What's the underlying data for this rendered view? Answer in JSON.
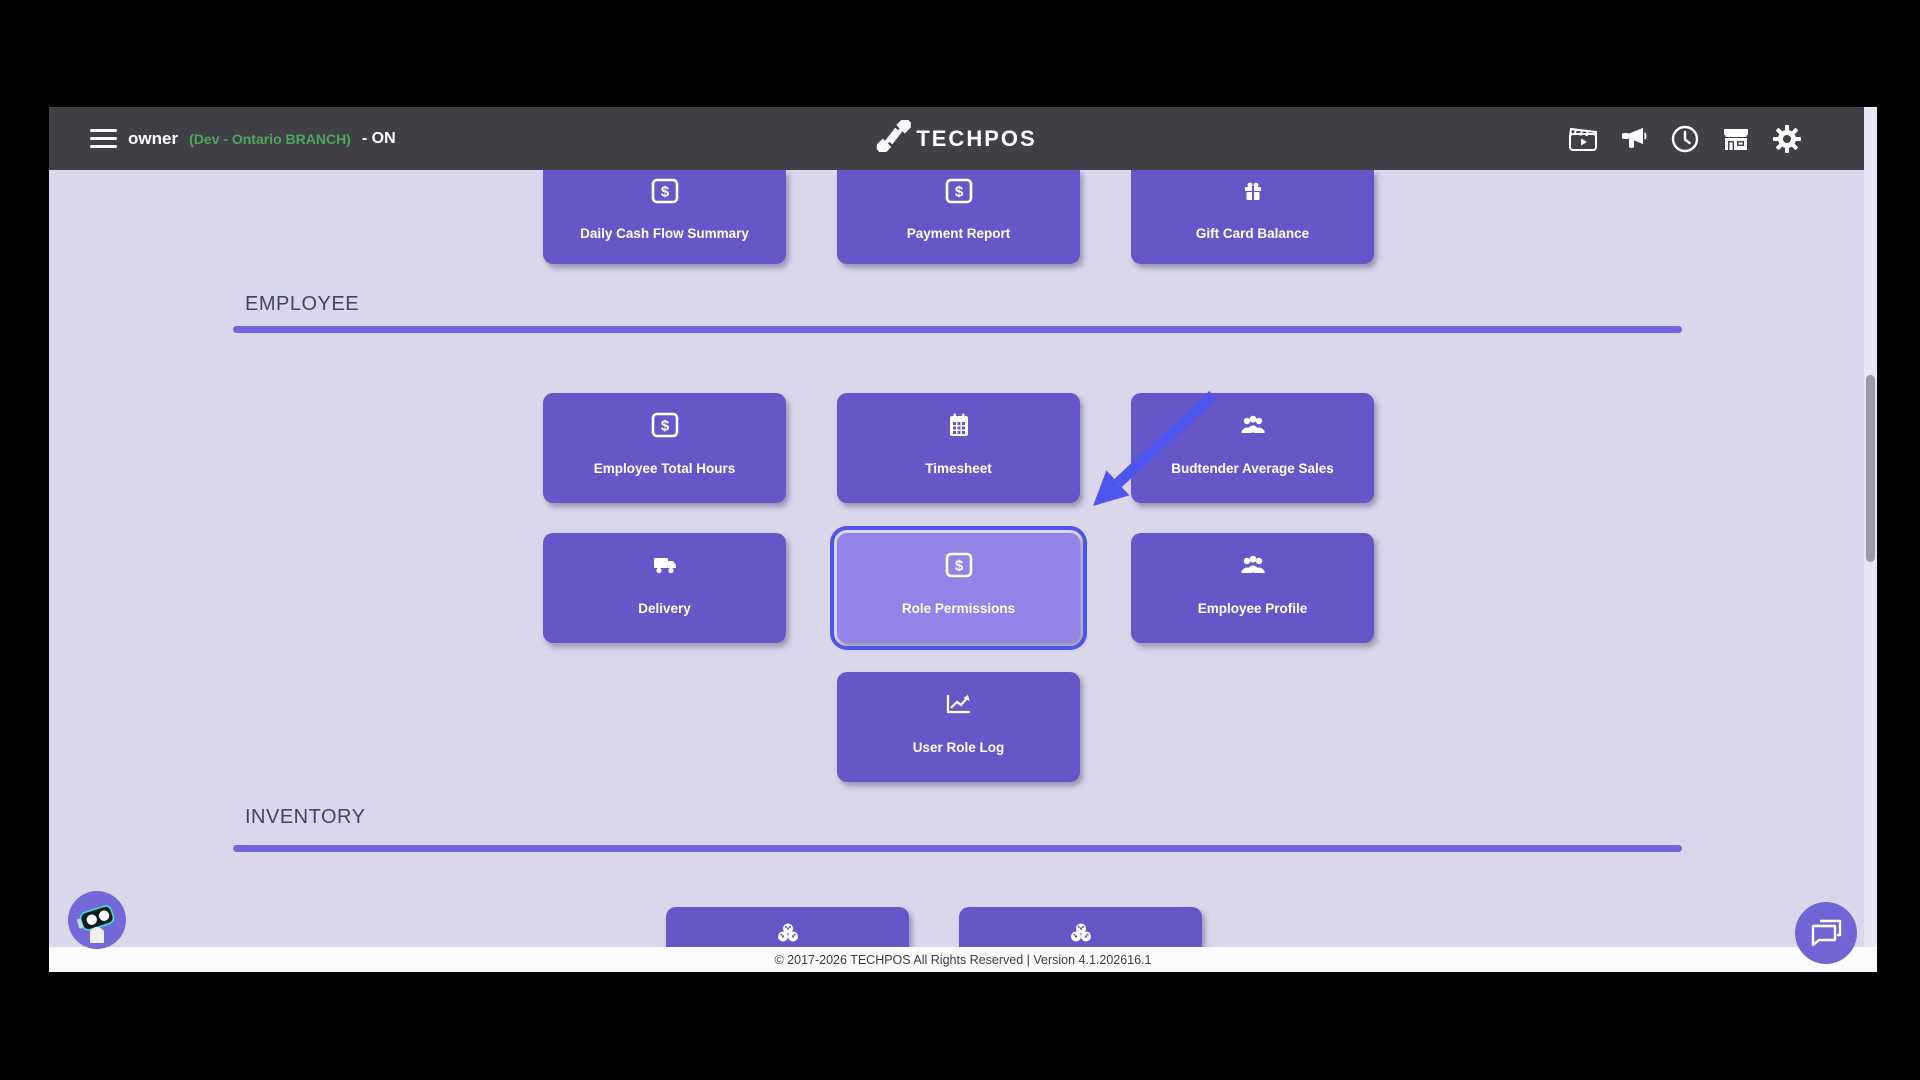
{
  "header": {
    "username": "owner",
    "branch": "(Dev - Ontario BRANCH)",
    "suffix": "- ON",
    "brand": "TECHPOS",
    "action_icons": [
      "clapperboard-icon",
      "megaphone-icon",
      "clock-icon",
      "store-icon",
      "gear-icon"
    ]
  },
  "colors": {
    "header_bg": "#414046",
    "page_bg": "#DAD7EB",
    "tile": "#6657C8",
    "tile_active": "#9184E6",
    "highlight": "#4E55EC",
    "divider": "#7266DB",
    "branch_green": "#4DA55C"
  },
  "sections": {
    "top_partial_row": {
      "tiles": [
        {
          "label": "Daily Cash Flow Summary",
          "icon": "money"
        },
        {
          "label": "Payment Report",
          "icon": "money"
        },
        {
          "label": "Gift Card Balance",
          "icon": "gift"
        }
      ]
    },
    "employee": {
      "label": "EMPLOYEE",
      "rows": [
        [
          {
            "label": "Employee Total Hours",
            "icon": "money"
          },
          {
            "label": "Timesheet",
            "icon": "calendar"
          },
          {
            "label": "Budtender Average Sales",
            "icon": "users"
          }
        ],
        [
          {
            "label": "Delivery",
            "icon": "truck"
          },
          {
            "label": "Role Permissions",
            "icon": "money",
            "highlighted": true
          },
          {
            "label": "Employee Profile",
            "icon": "users"
          }
        ],
        [
          {
            "label": "User Role Log",
            "icon": "chart"
          }
        ]
      ]
    },
    "inventory": {
      "label": "INVENTORY",
      "rows": [
        [
          {
            "label": "",
            "icon": "leafcluster"
          },
          {
            "label": "",
            "icon": "leafcluster"
          }
        ]
      ]
    }
  },
  "annotation": {
    "arrow_target": "Role Permissions"
  },
  "footer": {
    "text": "© 2017-2026 TECHPOS All Rights Reserved | Version 4.1.202616.1"
  }
}
